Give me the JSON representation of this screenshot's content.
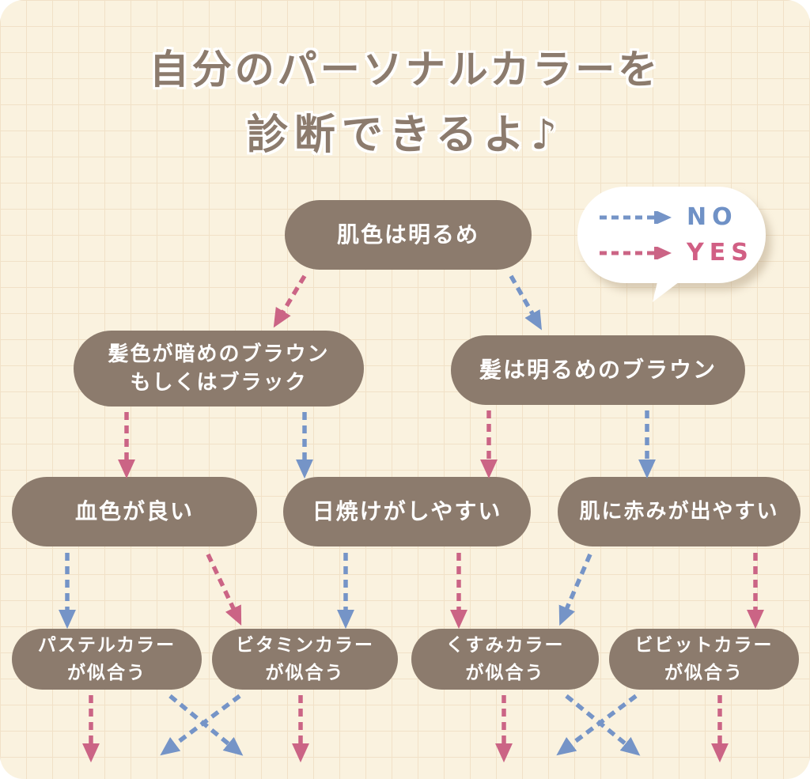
{
  "title": {
    "line1": "自分のパーソナルカラーを",
    "line2": "診断できるよ♪"
  },
  "legend": {
    "no_label": "NO",
    "yes_label": "YES"
  },
  "colors": {
    "background": "#faf2df",
    "grid": "#f1e1c7",
    "node_fill": "#8c7b6d",
    "node_text": "#ffffff",
    "title_text": "#8c7b6d",
    "no_arrow_blue": "#7594c7",
    "yes_arrow_pink": "#cb6485"
  },
  "nodes": {
    "skin_bright": "肌色は明るめ",
    "hair_dark": "髪色が暗めのブラウン\nもしくはブラック",
    "hair_light": "髪は明るめのブラウン",
    "complexion": "血色が良い",
    "tan": "日焼けがしやすい",
    "redness": "肌に赤みが出やすい",
    "pastel": "パステルカラー\nが似合う",
    "vitamin": "ビタミンカラー\nが似合う",
    "dusty": "くすみカラー\nが似合う",
    "vivid": "ビビットカラー\nが似合う"
  },
  "edges": [
    {
      "from": "skin_bright",
      "answer": "YES",
      "to": "hair_dark"
    },
    {
      "from": "skin_bright",
      "answer": "NO",
      "to": "hair_light"
    },
    {
      "from": "hair_dark",
      "answer": "YES",
      "to": "complexion"
    },
    {
      "from": "hair_dark",
      "answer": "NO",
      "to": "tan"
    },
    {
      "from": "hair_light",
      "answer": "YES",
      "to": "tan"
    },
    {
      "from": "hair_light",
      "answer": "NO",
      "to": "redness"
    },
    {
      "from": "complexion",
      "answer": "NO",
      "to": "pastel"
    },
    {
      "from": "complexion",
      "answer": "YES",
      "to": "vitamin"
    },
    {
      "from": "tan",
      "answer": "NO",
      "to": "vitamin"
    },
    {
      "from": "tan",
      "answer": "YES",
      "to": "dusty"
    },
    {
      "from": "redness",
      "answer": "NO",
      "to": "dusty"
    },
    {
      "from": "redness",
      "answer": "YES",
      "to": "vivid"
    },
    {
      "from": "pastel",
      "answer": "YES",
      "to": "offscreen"
    },
    {
      "from": "pastel",
      "answer": "NO",
      "to": "offscreen"
    },
    {
      "from": "vitamin",
      "answer": "NO",
      "to": "offscreen"
    },
    {
      "from": "vitamin",
      "answer": "YES",
      "to": "offscreen"
    },
    {
      "from": "dusty",
      "answer": "YES",
      "to": "offscreen"
    },
    {
      "from": "dusty",
      "answer": "NO",
      "to": "offscreen"
    },
    {
      "from": "vivid",
      "answer": "NO",
      "to": "offscreen"
    },
    {
      "from": "vivid",
      "answer": "YES",
      "to": "offscreen"
    }
  ]
}
